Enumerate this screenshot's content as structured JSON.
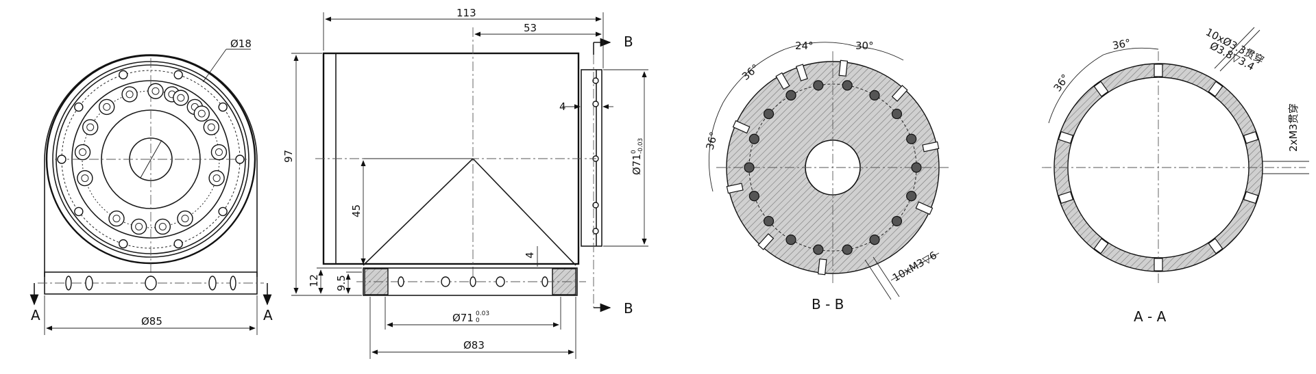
{
  "views": {
    "front": {
      "dims": {
        "d18": "Ø18",
        "d85": "Ø85"
      },
      "section_marks": {
        "left": "A",
        "right": "A"
      }
    },
    "side": {
      "dims": {
        "d113": "113",
        "d53": "53",
        "d97": "97",
        "d45": "45",
        "d4a": "4",
        "d4b": "4",
        "d12": "12",
        "d95": "9.5",
        "d71v": "Ø71",
        "d71v_tol_top": "0",
        "d71v_tol_bot": "-0.03",
        "d71h": "Ø71",
        "d71h_tol_top": "0.03",
        "d71h_tol_bot": "0",
        "d83": "Ø83"
      },
      "section_marks": {
        "top": "B",
        "bottom": "B"
      }
    },
    "section_bb": {
      "title": "B - B",
      "angles": {
        "a1": "24°",
        "a2": "30°",
        "a3": "36°",
        "a4": "36°"
      },
      "thread": "10xM3▽6"
    },
    "section_aa": {
      "title": "A - A",
      "angles": {
        "a1": "36°",
        "a2": "36°"
      },
      "callout_line1": "10xØ3.3贯穿",
      "callout_line2": "Ø3.8▽3.4",
      "side_note": "2xM3贯穿"
    }
  },
  "colors": {
    "line": "#1a1a1a",
    "hatch": "#bbbbbb",
    "background": "#ffffff"
  }
}
